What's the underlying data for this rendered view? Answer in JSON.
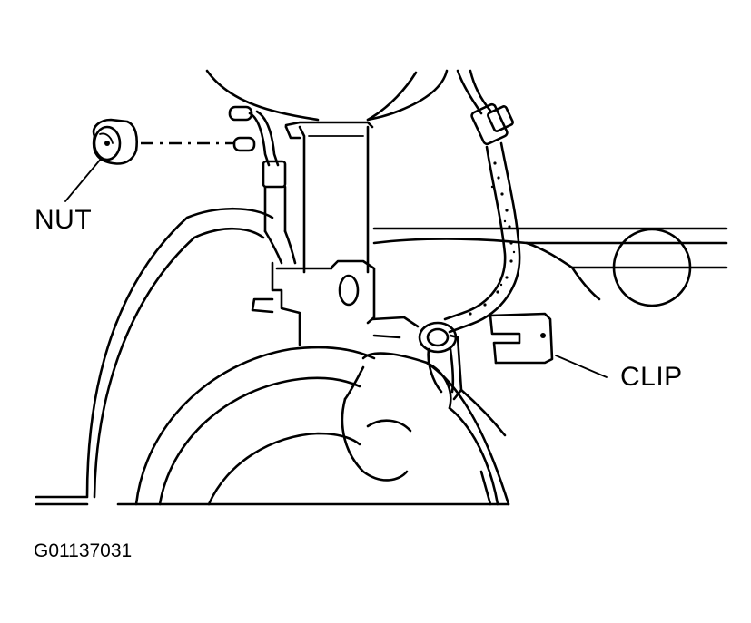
{
  "labels": {
    "nut": "NUT",
    "clip": "CLIP"
  },
  "figure_id": "G01137031",
  "colors": {
    "ink": "#000000",
    "paper": "#ffffff"
  }
}
